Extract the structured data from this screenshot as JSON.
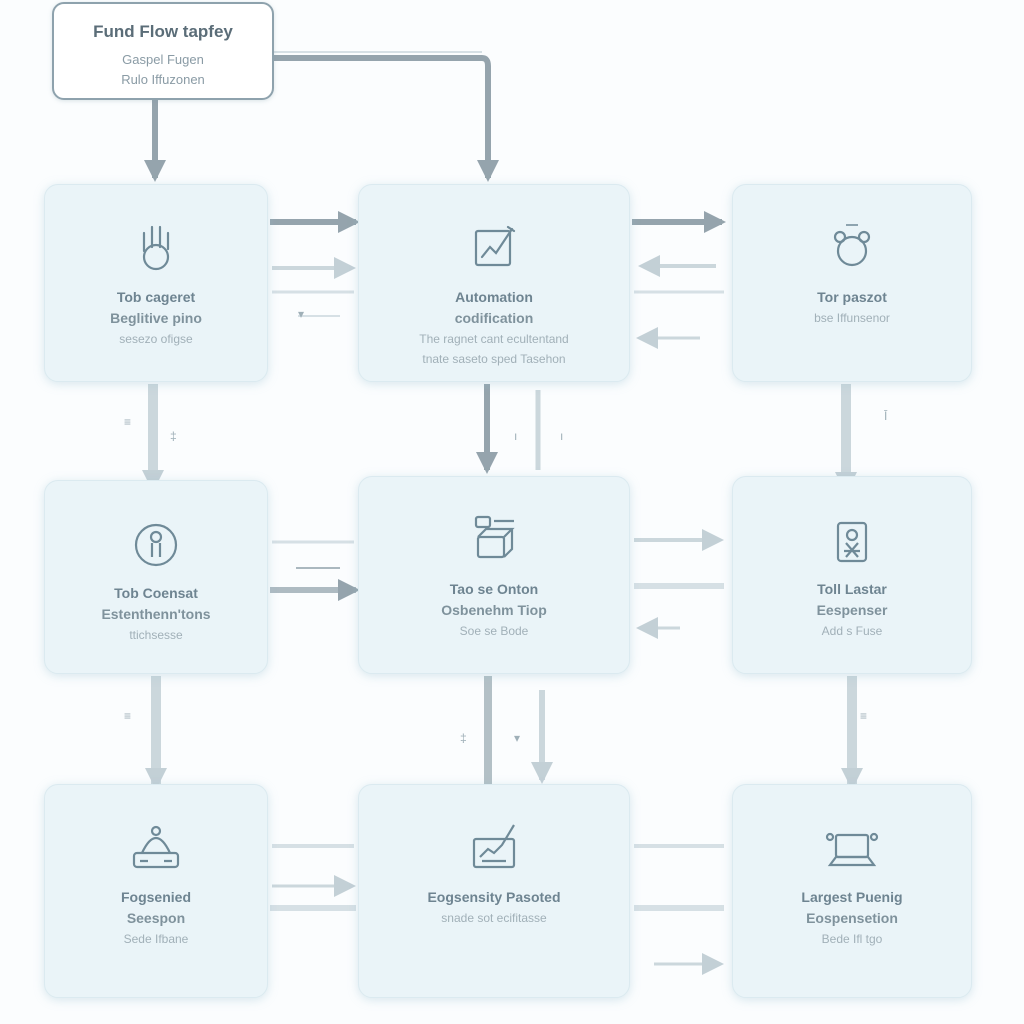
{
  "header": {
    "title": "Fund Flow tapfey",
    "line1": "Gaspel Fugen",
    "line2": "Rulo Iffuzonen"
  },
  "cards": [
    {
      "icon": "hand-icon",
      "t1": "Tob cageret",
      "t2": "Beglitive pino",
      "t3": "sesezo ofigse"
    },
    {
      "icon": "edit-box-icon",
      "t1": "Automation",
      "t2": "codification",
      "t3": "The ragnet cant ecultentand",
      "t4": "tnate saseto sped Tasehon"
    },
    {
      "icon": "robot-face-icon",
      "t1": "Tor paszot",
      "t2": "",
      "t3": "bse Iffunsenor"
    },
    {
      "icon": "person-circle-icon",
      "t1": "Tob Coensat",
      "t2": "Estenthenn'tons",
      "t3": "ttichsesse"
    },
    {
      "icon": "server-cube-icon",
      "t1": "Tao se Onton",
      "t2": "Osbenehm Tiop",
      "t3": "Soe se Bode"
    },
    {
      "icon": "id-badge-icon",
      "t1": "Toll Lastar",
      "t2": "Eespenser",
      "t3": "Add s Fuse"
    },
    {
      "icon": "network-hub-icon",
      "t1": "Fogsenied",
      "t2": "Seespon",
      "t3": "Sede Ifbane"
    },
    {
      "icon": "chart-pen-icon",
      "t1": "Eogsensity Pasoted",
      "t2": "",
      "t3": "snade sot ecifitasse"
    },
    {
      "icon": "laptop-icon",
      "t1": "Largest Puenig",
      "t2": "Eospensetion",
      "t3": "Bede Ifl tgo"
    }
  ],
  "arrow_tags": [
    "▾",
    "≡",
    "‡",
    "ı",
    "ı",
    "Ī",
    "≡",
    "‡",
    "▾",
    "≡"
  ],
  "colors": {
    "card_fill": "#eaf4f8",
    "card_border": "#dbeaf0",
    "arrow_dark": "#95a4ad",
    "arrow_light": "#c9d6dc",
    "icon_stroke": "#6f8a98"
  }
}
